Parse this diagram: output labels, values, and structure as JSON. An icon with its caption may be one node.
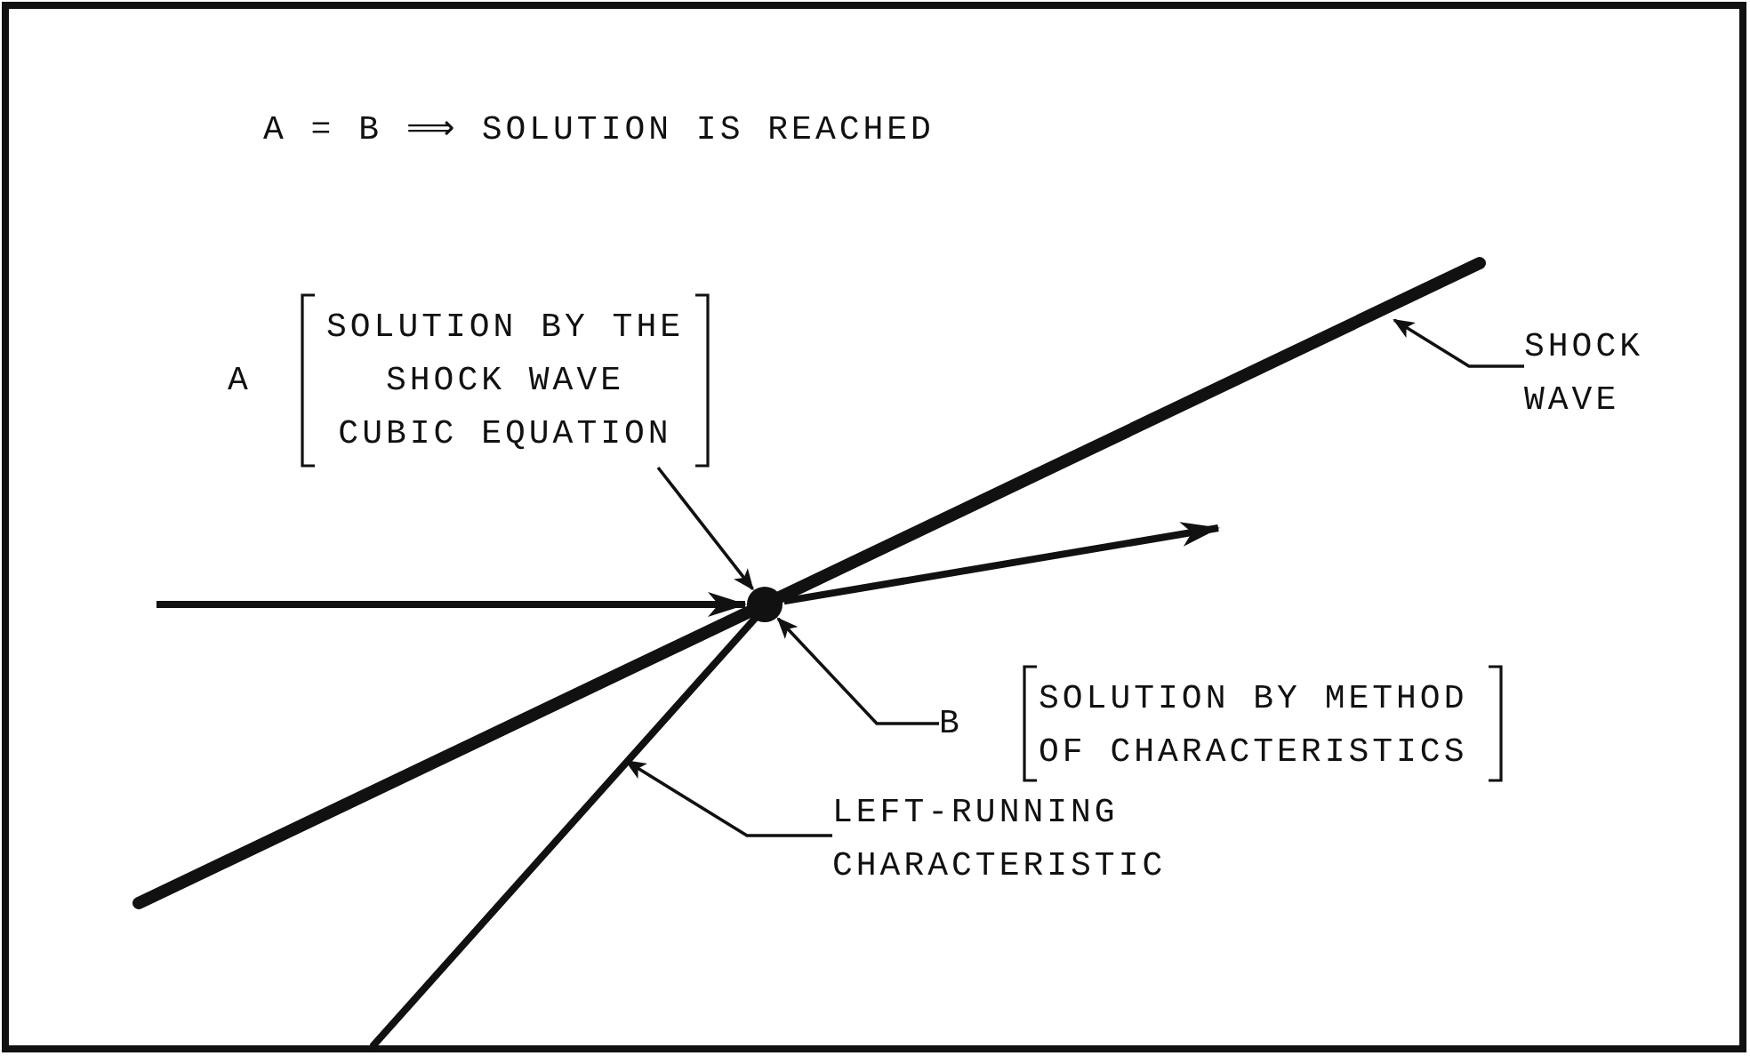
{
  "diagram": {
    "nodes": [
      {
        "text": [
          "A",
          "SOLUTION BY THE SHOCK WAVE CUBIC EQUATION"
        ]
      },
      {
        "text": [
          "B",
          "SOLUTION BY METHOD OF CHARACTERISTICS"
        ]
      },
      {
        "text": [
          "SHOCK WAVE"
        ]
      },
      {
        "text": [
          "LEFT-RUNNING CHARACTERISTIC"
        ]
      },
      {
        "text": [],
        "shape": "circle"
      }
    ],
    "edges": [
      {
        "from": 0,
        "to": 4,
        "arrow": "to"
      },
      {
        "from": 1,
        "to": 4,
        "arrow": "to"
      },
      {
        "from": 2,
        "to": null,
        "arrow": "to"
      },
      {
        "from": 3,
        "to": null,
        "arrow": "to"
      },
      {
        "from": null,
        "to": 4,
        "arrow": "to",
        "style": "thick"
      },
      {
        "from": 4,
        "to": null,
        "arrow": "to",
        "style": "thick"
      }
    ],
    "labels": [
      "A = B ⟹ SOLUTION IS REACHED"
    ]
  }
}
